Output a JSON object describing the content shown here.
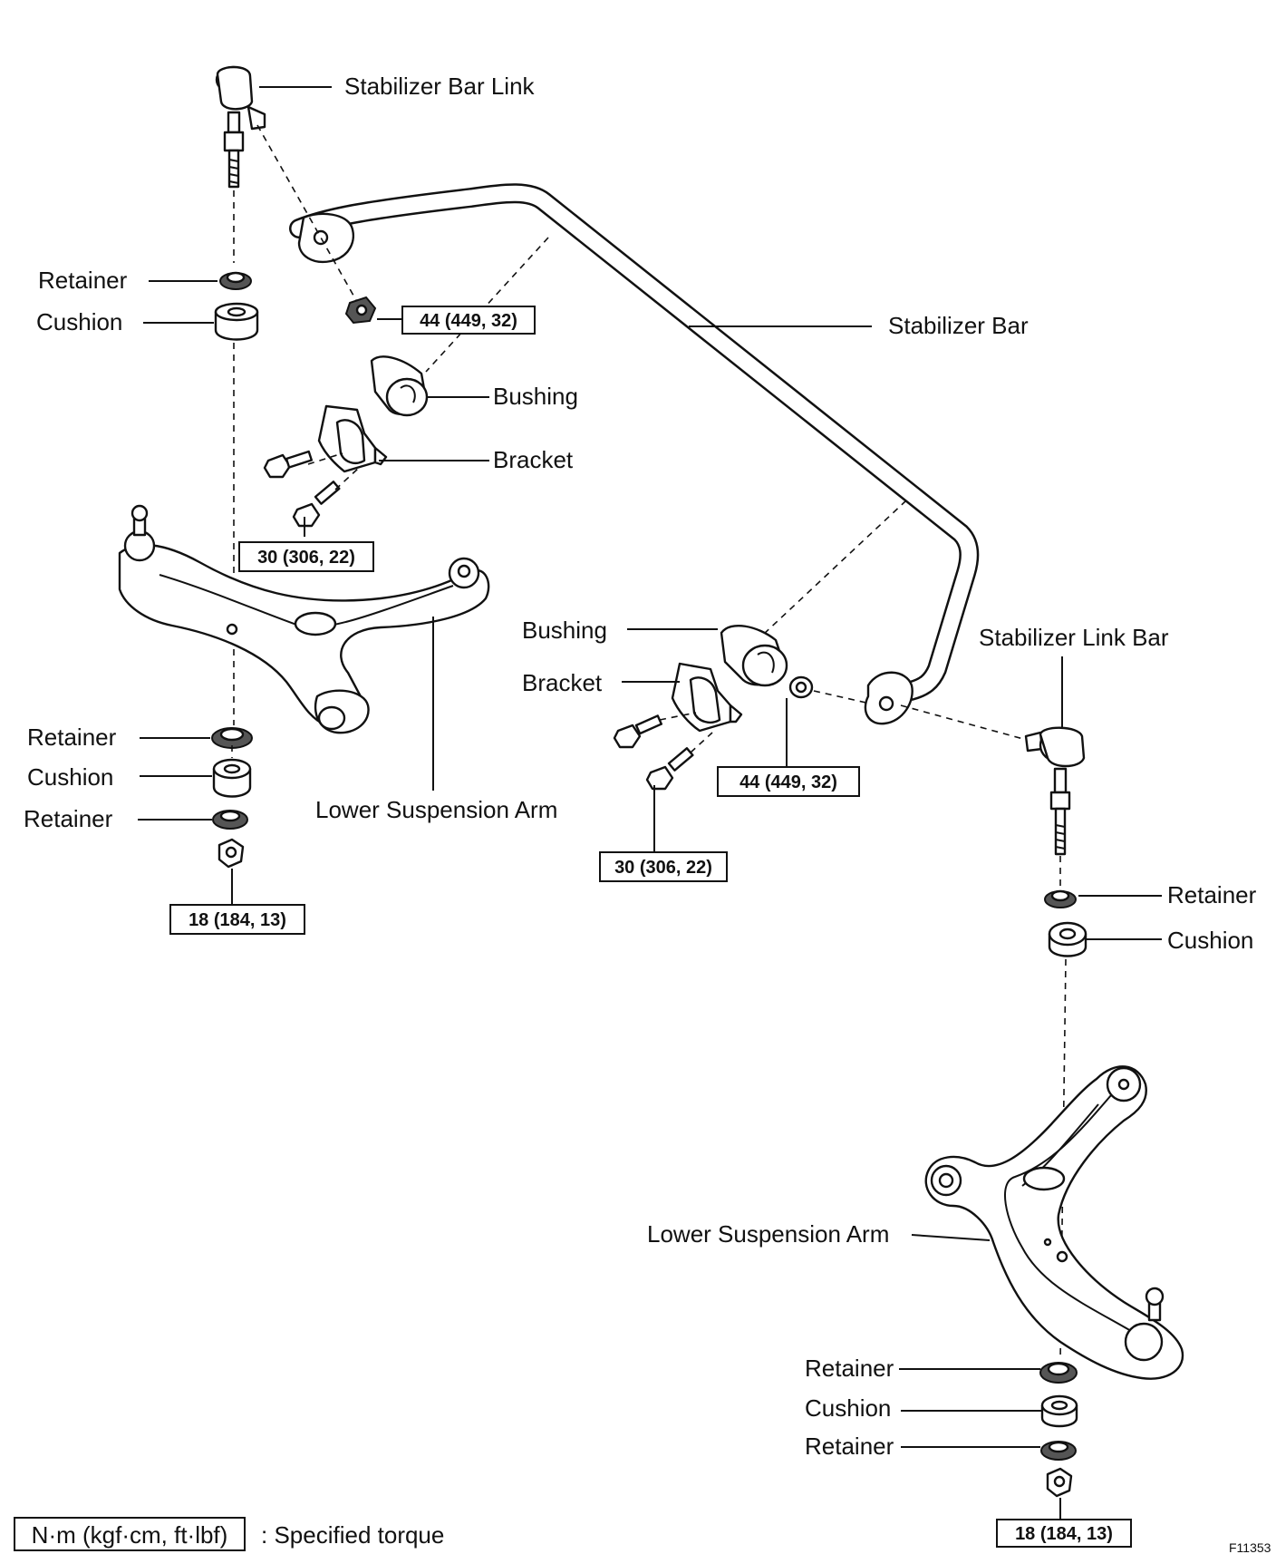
{
  "labels": {
    "stabilizer_bar_link": "Stabilizer Bar Link",
    "stabilizer_bar": "Stabilizer Bar",
    "stabilizer_link_bar": "Stabilizer Link Bar",
    "bushing": "Bushing",
    "bracket": "Bracket",
    "retainer": "Retainer",
    "cushion": "Cushion",
    "lower_suspension_arm": "Lower Suspension Arm"
  },
  "torques": {
    "t44": "44 (449, 32)",
    "t30": "30 (306, 22)",
    "t18": "18 (184, 13)"
  },
  "legend": {
    "unit": "N·m (kgf·cm, ft·lbf)",
    "text": ": Specified torque"
  },
  "figure_code": "F11353"
}
